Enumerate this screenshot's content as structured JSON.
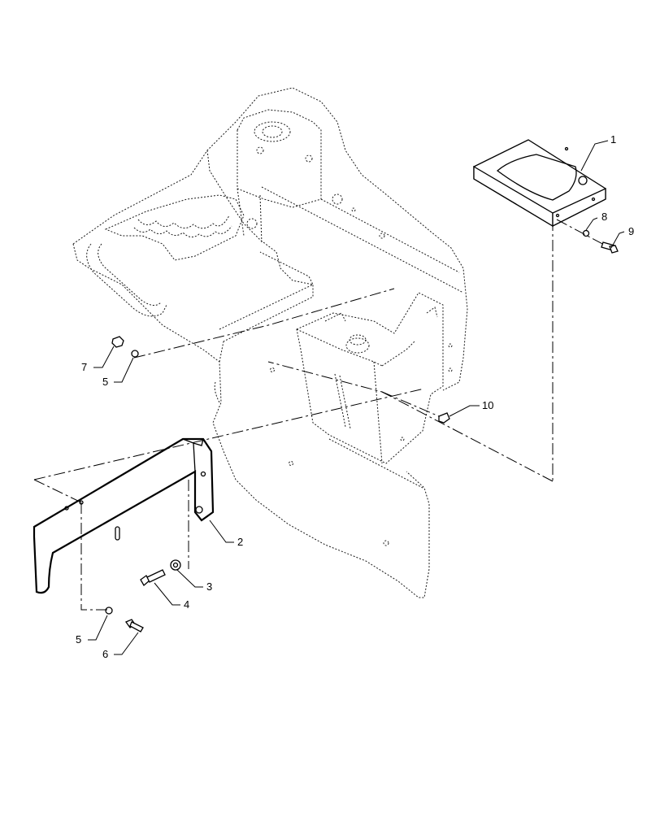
{
  "callouts": [
    {
      "id": "c1",
      "label": "1"
    },
    {
      "id": "c2",
      "label": "2"
    },
    {
      "id": "c3",
      "label": "3"
    },
    {
      "id": "c4",
      "label": "4"
    },
    {
      "id": "c5a",
      "label": "5"
    },
    {
      "id": "c5b",
      "label": "5"
    },
    {
      "id": "c6",
      "label": "6"
    },
    {
      "id": "c7",
      "label": "7"
    },
    {
      "id": "c8",
      "label": "8"
    },
    {
      "id": "c9",
      "label": "9"
    },
    {
      "id": "c10",
      "label": "10"
    }
  ]
}
